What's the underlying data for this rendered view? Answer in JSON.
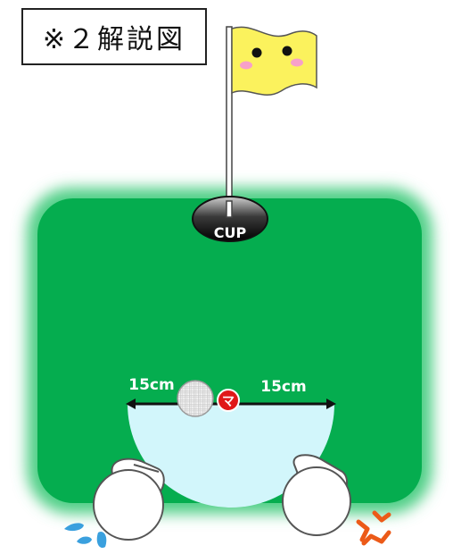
{
  "title": "※２解説図",
  "cup_label": "CUP",
  "marker_label": "マ",
  "left_distance": "15cm",
  "right_distance": "15cm",
  "colors": {
    "green": "#05ad4f",
    "green_glow": "#4fcf86",
    "semicircle": "#d2f6fb",
    "flag": "#fbf25d",
    "cheek": "#f7a1c9",
    "marker": "#e01818",
    "water": "#3aa0de",
    "pain_mark": "#ec5a18"
  },
  "icons": [
    "flag-icon",
    "cup-hole-icon",
    "golf-ball-icon",
    "ball-marker-icon",
    "sweat-drops-icon",
    "pain-mark-icon",
    "left-glove-icon",
    "right-glove-icon"
  ]
}
